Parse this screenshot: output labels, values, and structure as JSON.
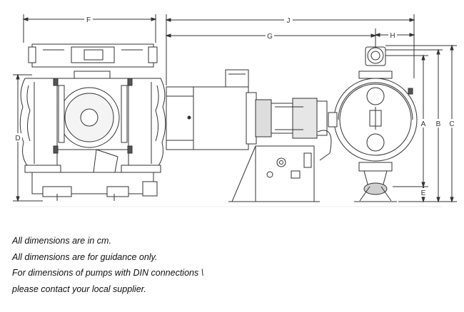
{
  "dimensions": {
    "F": "F",
    "J": "J",
    "G": "G",
    "H": "H",
    "D": "D",
    "A": "A",
    "B": "B",
    "C": "C",
    "E": "E"
  },
  "notes": [
    "All dimensions are in cm.",
    "All dimensions are for guidance only.",
    "For dimensions of pumps with DIN connections \\",
    "please contact your local supplier."
  ],
  "colors": {
    "line": "#333333",
    "fill": "#ffffff",
    "shade": "#cfcfcf",
    "dark": "#555555"
  }
}
